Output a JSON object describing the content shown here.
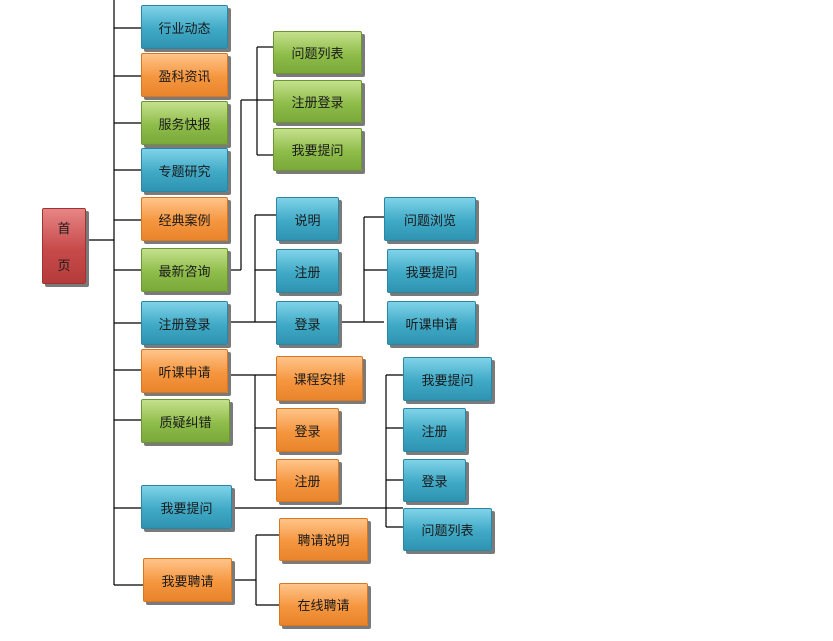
{
  "root": {
    "label_top": "首",
    "label_bottom": "页"
  },
  "level1": {
    "hangye": "行业动态",
    "yingke": "盈科资讯",
    "fuwu": "服务快报",
    "zhuanti": "专题研究",
    "jingdian": "经典案例",
    "zuixin": "最新咨询",
    "zhuce": "注册登录",
    "tingke": "听课申请",
    "zhiyi": "质疑纠错",
    "tiwen": "我要提问",
    "pinqing": "我要聘请"
  },
  "zuixin_children": {
    "wentiliebiao": "问题列表",
    "zhucedenglu": "注册登录",
    "woyaotiwen": "我要提问"
  },
  "zhuce_children": {
    "shuoming": "说明",
    "zhuce": "注册",
    "denglu": "登录"
  },
  "denglu_children": {
    "wentiliulan": "问题浏览",
    "woyaotiwen": "我要提问",
    "tingkeshenqing": "听课申请"
  },
  "tingke_children": {
    "kechenganpai": "课程安排",
    "denglu": "登录",
    "zhuce": "注册"
  },
  "tiwen_children": {
    "woyaotiwen": "我要提问",
    "zhuce": "注册",
    "denglu": "登录",
    "wentiliebiao": "问题列表"
  },
  "pinqing_children": {
    "pinqingshuoming": "聘请说明",
    "zaixianpinqing": "在线聘请"
  },
  "colors": {
    "blue": "#3fa9c6",
    "orange": "#f5963f",
    "green": "#8fbd4a",
    "red": "#c74a4a"
  }
}
